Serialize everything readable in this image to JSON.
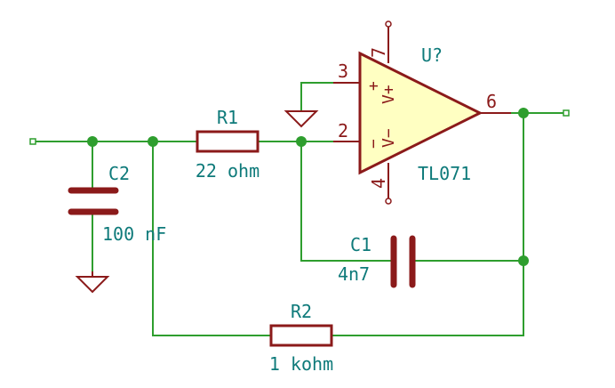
{
  "components": {
    "R1": {
      "ref": "R1",
      "value": "22 ohm"
    },
    "R2": {
      "ref": "R2",
      "value": "1 kohm"
    },
    "C1": {
      "ref": "C1",
      "value": "4n7"
    },
    "C2": {
      "ref": "C2",
      "value": "100 nF"
    },
    "U": {
      "ref": "U?",
      "value": "TL071",
      "pins": {
        "noninv": "3",
        "inv": "2",
        "out": "6",
        "vpos": "7",
        "vneg": "4"
      },
      "pin_names": {
        "noninv": "+",
        "inv": "−",
        "vpos": "V+",
        "vneg": "V−"
      }
    }
  },
  "colors": {
    "wire": "#2e9e2e",
    "component": "#8b1a1a",
    "label": "#0e7a7a",
    "opamp_fill": "#ffffc2"
  }
}
